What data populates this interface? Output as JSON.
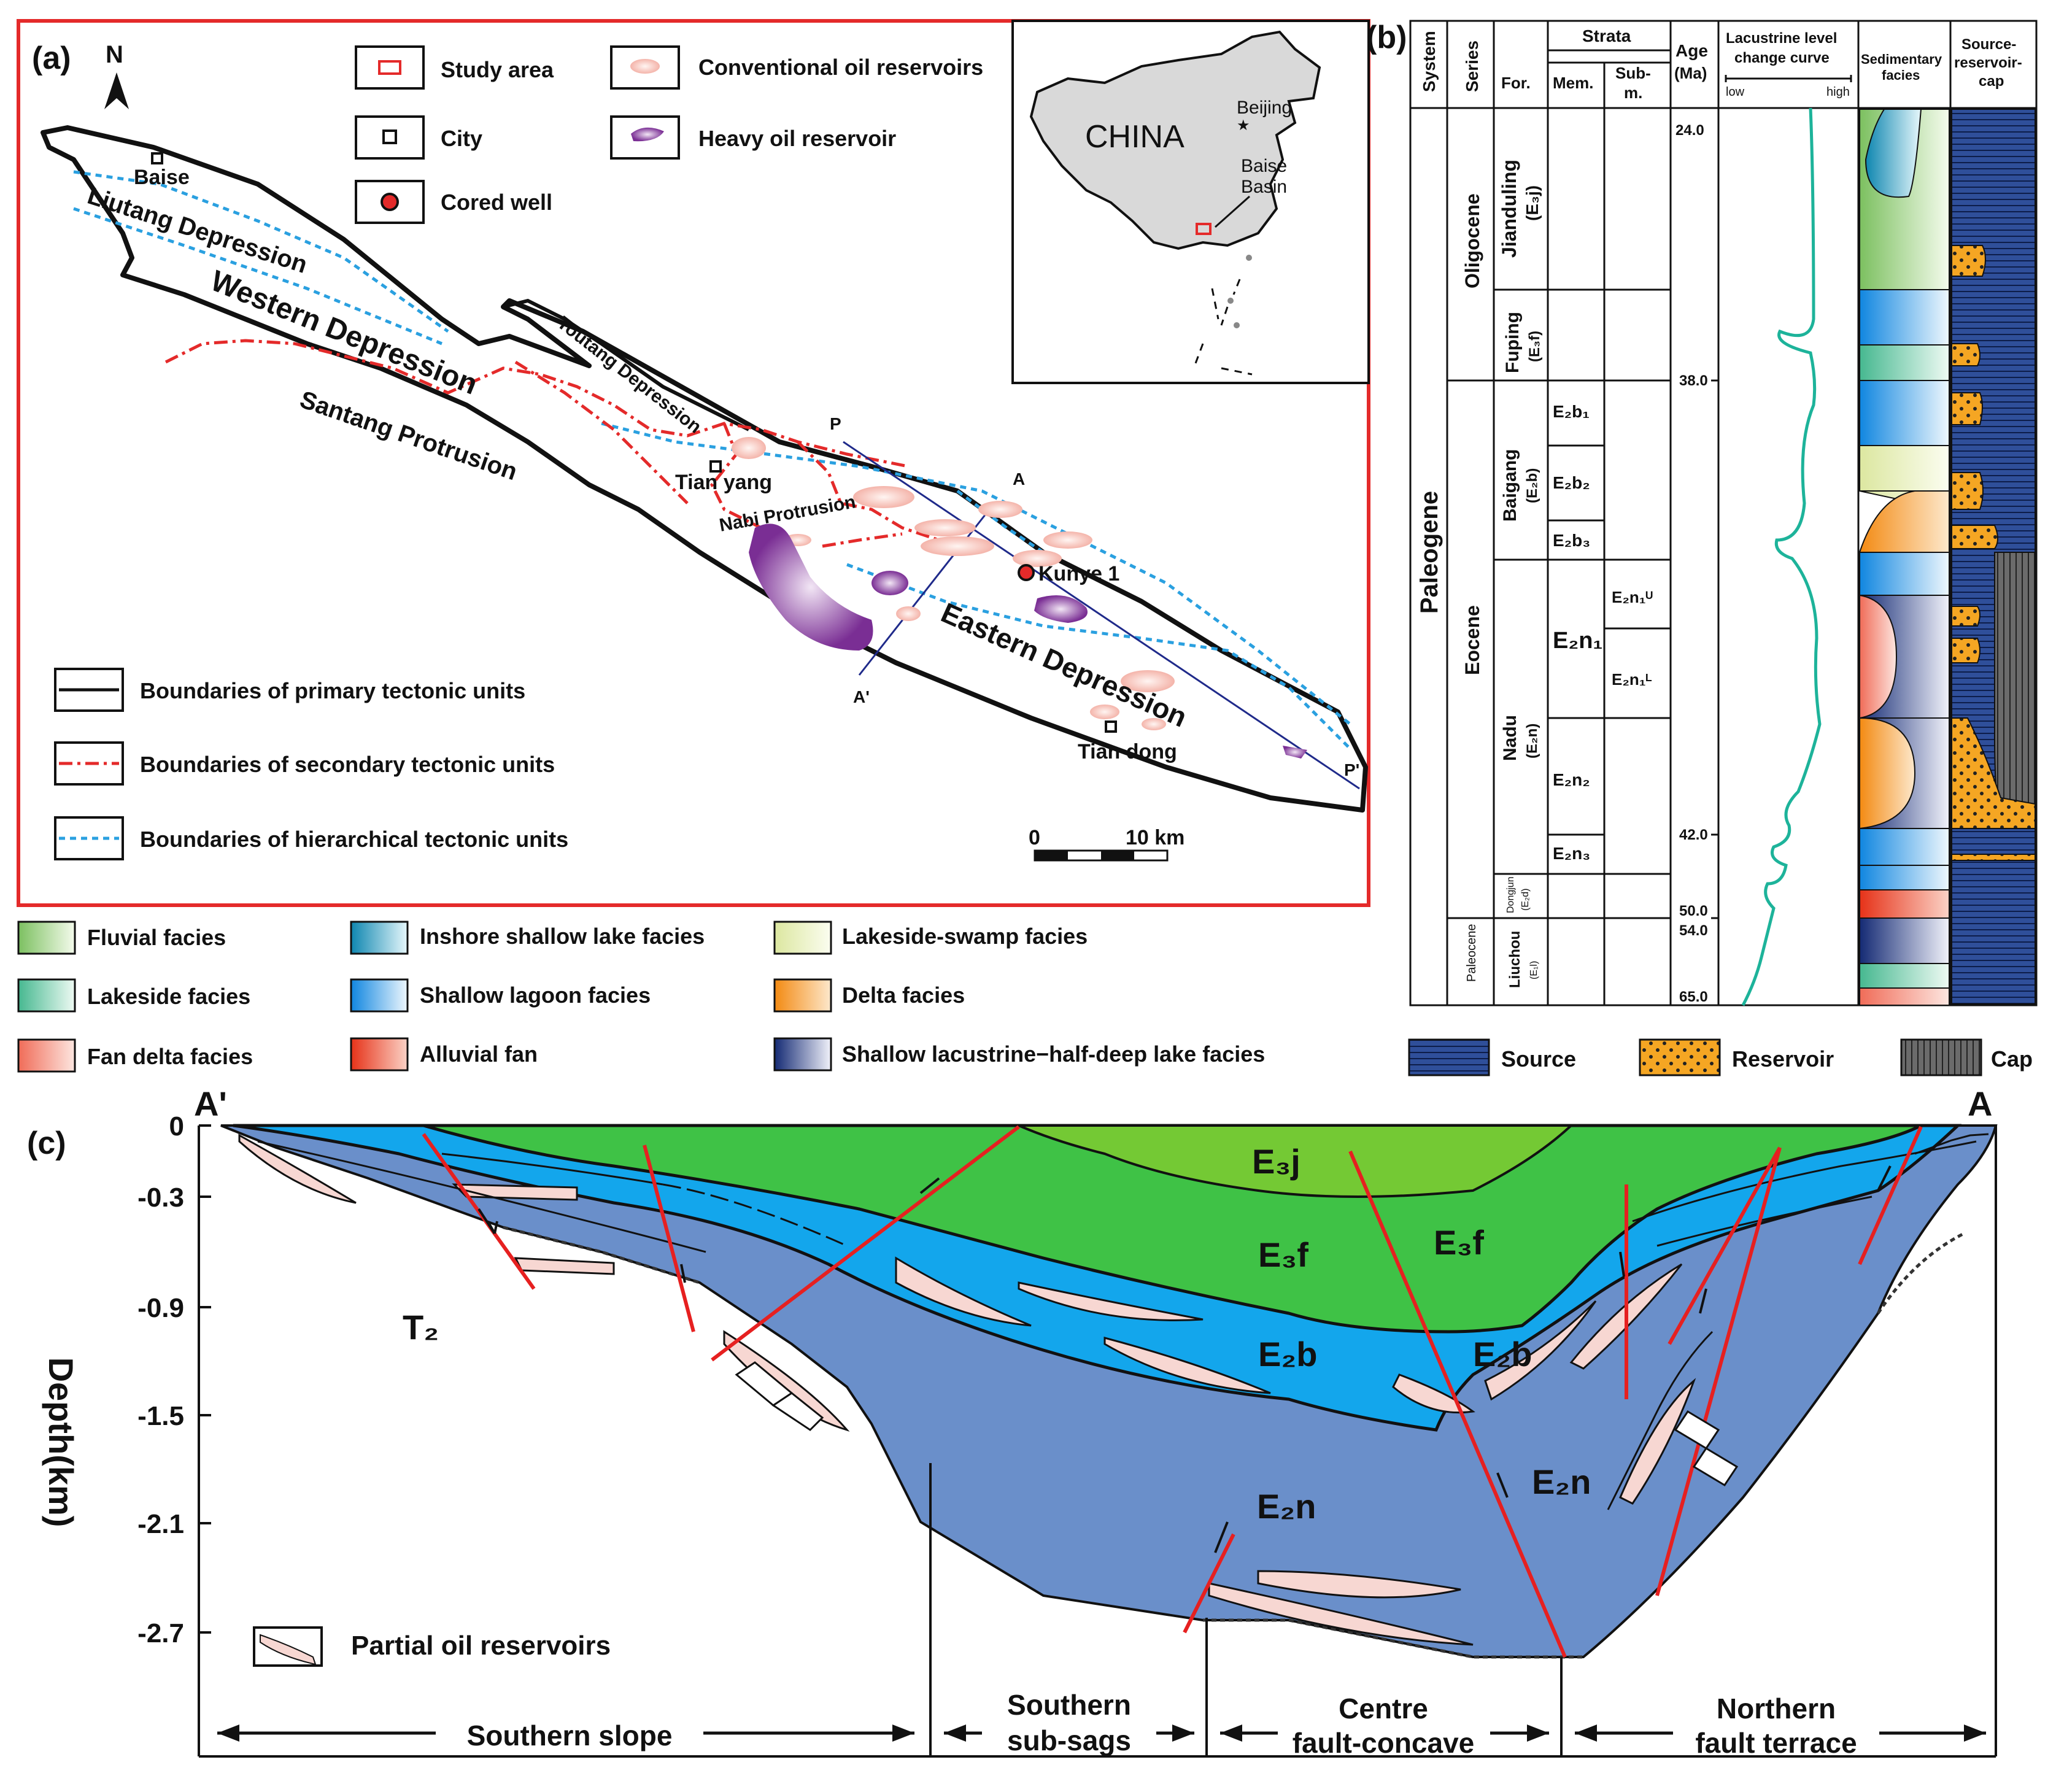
{
  "panel_a": {
    "label": "(a)",
    "north": "N",
    "legend_top": [
      {
        "key": "study",
        "label": "Study  area"
      },
      {
        "key": "city",
        "label": "City"
      },
      {
        "key": "well",
        "label": "Cored well"
      },
      {
        "key": "conv",
        "label": "Conventional oil reservoirs"
      },
      {
        "key": "heavy",
        "label": "Heavy oil reservoir"
      }
    ],
    "inset": {
      "country": "CHINA",
      "capital": "Beijing",
      "basin_line1": "Baise",
      "basin_line2": "Basin"
    },
    "map_labels": {
      "baise": "Baise",
      "liutang": "Liutang Depression",
      "western": "Western Depression",
      "santang": "Santang Protrusion",
      "toutang": "Toutang Depression",
      "tianyang": "Tian yang",
      "nabi": "Nabi Protrusion",
      "kunye": "Kunye 1",
      "eastern": "Eastern Depression",
      "tiandong": "Tian dong",
      "a": "A",
      "a_prime": "A'",
      "p": "P",
      "p_prime": "P'"
    },
    "legend_bottom": [
      {
        "key": "primary",
        "label": "Boundaries of primary tectonic units"
      },
      {
        "key": "secondary",
        "label": "Boundaries of secondary tectonic units"
      },
      {
        "key": "hier",
        "label": "Boundaries of  hierarchical tectonic units"
      }
    ],
    "scale": {
      "start": "0",
      "end": "10 km"
    }
  },
  "panel_b": {
    "label": "(b)",
    "headers": {
      "system": "System",
      "series": "Series",
      "strata": "Strata",
      "for": "For.",
      "mem": "Mem.",
      "sub1": "Sub-",
      "sub2": "m.",
      "age1": "Age",
      "age2": "(Ma)",
      "lake1": "Lacustrine level",
      "lake2": "change curve",
      "low": "low",
      "high": "high",
      "sed1": "Sedimentary",
      "sed2": "facies",
      "src1": "Source-",
      "src2": "reservoir-",
      "src3": "cap"
    },
    "system": "Paleogene",
    "series": [
      "Oligocene",
      "Eocene",
      "Paleocene"
    ],
    "formations": {
      "jianduling": "Jianduling",
      "jianduling_code": "(E₃j)",
      "fuping": "Fuping",
      "fuping_code": "(E₃f)",
      "baigang": "Baigang",
      "baigang_code": "(E₂b)",
      "nadu": "Nadu",
      "nadu_code": "(E₂n)",
      "dongjun": "Dongjun",
      "dongjun_code": "(E₂d)",
      "liuchou": "Liuchou",
      "liuchou_code": "(E₁l)"
    },
    "members": [
      "E₂b₁",
      "E₂b₂",
      "E₂b₃",
      "E₂n₁",
      "E₂n₂",
      "E₂n₃"
    ],
    "submembers": [
      "E₂n₁ᵁ",
      "E₂n₁ᴸ"
    ],
    "ages": [
      "24.0",
      "38.0",
      "42.0",
      "50.0",
      "54.0",
      "65.0"
    ]
  },
  "legend_facies": [
    {
      "key": "fluvial",
      "label": "Fluvial facies",
      "color": "#b5dc9a"
    },
    {
      "key": "inshore",
      "label": "Inshore shallow lake facies",
      "color": "#2aa9c9"
    },
    {
      "key": "swamp",
      "label": "Lakeside-swamp facies",
      "color": "#e9f0c0"
    },
    {
      "key": "lakeside",
      "label": "Lakeside facies",
      "color": "#7fd0b0"
    },
    {
      "key": "lagoon",
      "label": "Shallow lagoon facies",
      "color": "#2b9be0"
    },
    {
      "key": "delta",
      "label": "Delta facies",
      "color": "#f79a2a"
    },
    {
      "key": "fandelta",
      "label": "Fan delta facies",
      "color": "#f48a78"
    },
    {
      "key": "alluvial",
      "label": "Alluvial fan",
      "color": "#ee4a30"
    },
    {
      "key": "deep",
      "label": "Shallow lacustrine−half-deep lake facies",
      "color": "#1e3b8a"
    },
    {
      "key": "source",
      "label": "Source",
      "color": "#2f4f9a"
    },
    {
      "key": "reservoir",
      "label": "Reservoir",
      "color": "#f5a623"
    },
    {
      "key": "cap",
      "label": "Cap",
      "color": "#555555"
    }
  ],
  "panel_c": {
    "label": "(c)",
    "left_end": "A'",
    "right_end": "A",
    "depth_title": "Depth(km)",
    "depth_ticks": [
      "0",
      "-0.3",
      "-0.9",
      "-1.5",
      "-2.1",
      "-2.7"
    ],
    "units": {
      "e3j": "E₃j",
      "e3f_left": "E₃f",
      "e3f_right": "E₃f",
      "e2b_left": "E₂b",
      "e2b_right": "E₂b",
      "e2n_left": "E₂n",
      "e2n_right": "E₂n",
      "t2": "T₂"
    },
    "legend_partial": "Partial oil reservoirs",
    "zones": [
      {
        "line1": "Southern slope",
        "line2": ""
      },
      {
        "line1": "Southern",
        "line2": "sub-sags"
      },
      {
        "line1": "Centre",
        "line2": "fault-concave"
      },
      {
        "line1": "Northern",
        "line2": "fault terrace"
      }
    ]
  }
}
